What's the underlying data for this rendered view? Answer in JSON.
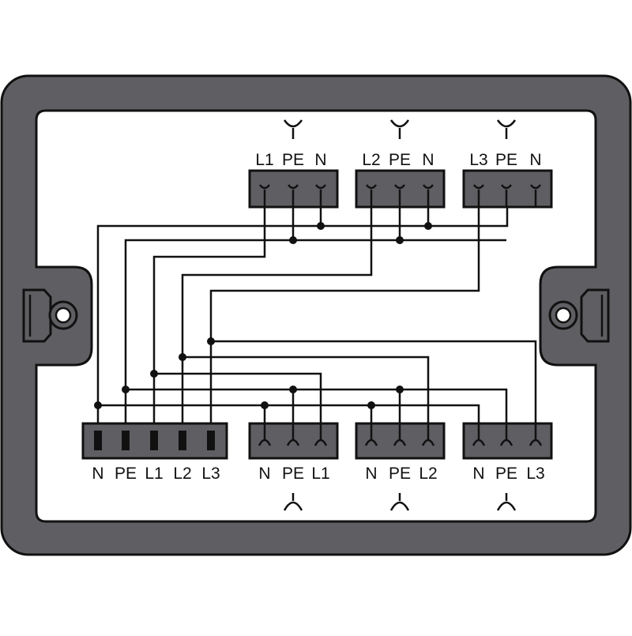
{
  "colors": {
    "frame": "#5f5f63",
    "block": "#5f5f63",
    "line": "#111111",
    "background": "#ffffff"
  },
  "outputs_top": [
    {
      "labels": [
        "L1",
        "PE",
        "N"
      ],
      "symbol": "socket-icon"
    },
    {
      "labels": [
        "L2",
        "PE",
        "N"
      ],
      "symbol": "socket-icon"
    },
    {
      "labels": [
        "L3",
        "PE",
        "N"
      ],
      "symbol": "socket-icon"
    }
  ],
  "input_block": {
    "labels": [
      "N",
      "PE",
      "L1",
      "L2",
      "L3"
    ]
  },
  "outputs_bottom": [
    {
      "labels": [
        "N",
        "PE",
        "L1"
      ],
      "symbol": "plug-icon"
    },
    {
      "labels": [
        "N",
        "PE",
        "L2"
      ],
      "symbol": "plug-icon"
    },
    {
      "labels": [
        "N",
        "PE",
        "L3"
      ],
      "symbol": "plug-icon"
    }
  ]
}
